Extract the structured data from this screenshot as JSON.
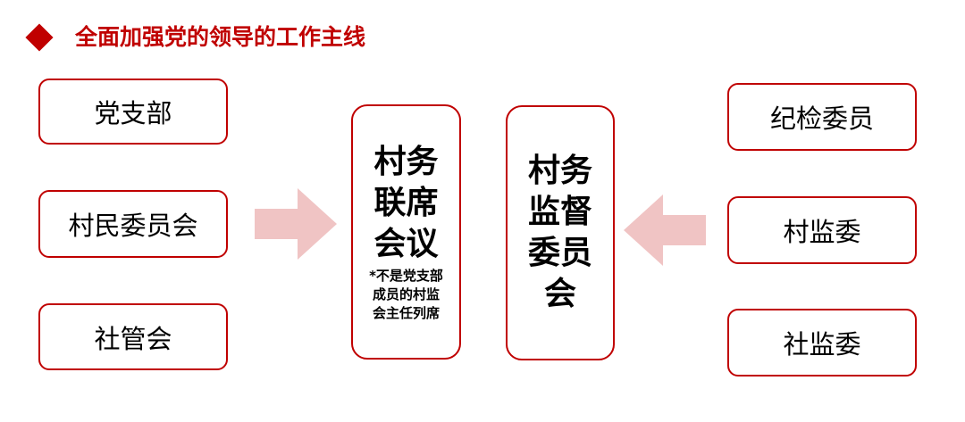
{
  "title": "全面加强党的领导的工作主线",
  "left_boxes": [
    "党支部",
    "村民委员会",
    "社管会"
  ],
  "center_left": {
    "title": "村务联席会议",
    "note": "*不是党支部成员的村监会主任列席"
  },
  "center_right": {
    "title": "村务监督委员会"
  },
  "right_boxes": [
    "纪检委员",
    "村监委",
    "社监委"
  ],
  "colors": {
    "accent": "#c00000",
    "arrow": "#f0c4c4"
  }
}
